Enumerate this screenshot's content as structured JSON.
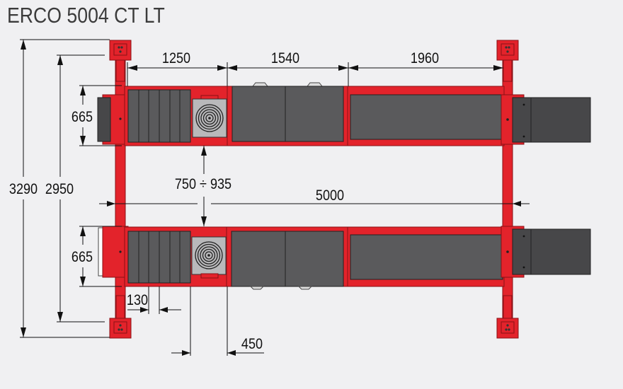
{
  "title": "ERCO 5004 CT LT",
  "colors": {
    "background": "#f0f0f2",
    "frame_red": "#e3232b",
    "frame_outline": "#8a1016",
    "runway_dark": "#5a5a5c",
    "ramp_dark": "#474749",
    "turntable_plate": "#b9b9bb",
    "dimension_line": "#111111"
  },
  "dimensions": {
    "top_segment_1": "1250",
    "top_segment_2": "1540",
    "top_segment_3": "1960",
    "overall_width": "3290",
    "column_spacing_width": "2950",
    "runway_width_top": "665",
    "runway_width_bottom": "665",
    "runway_gap": "750 ÷ 935",
    "overall_length": "5000",
    "slip_plate_pitch": "130",
    "turntable_offset": "450"
  },
  "components": {
    "columns": [
      "column-top-left",
      "column-top-right",
      "column-bottom-left",
      "column-bottom-right"
    ],
    "runways": [
      "runway-top",
      "runway-bottom"
    ],
    "turntables": [
      "turntable-top",
      "turntable-bottom"
    ],
    "ramps": [
      "ramp-top-right",
      "ramp-bottom-right",
      "ramp-top-left"
    ]
  }
}
